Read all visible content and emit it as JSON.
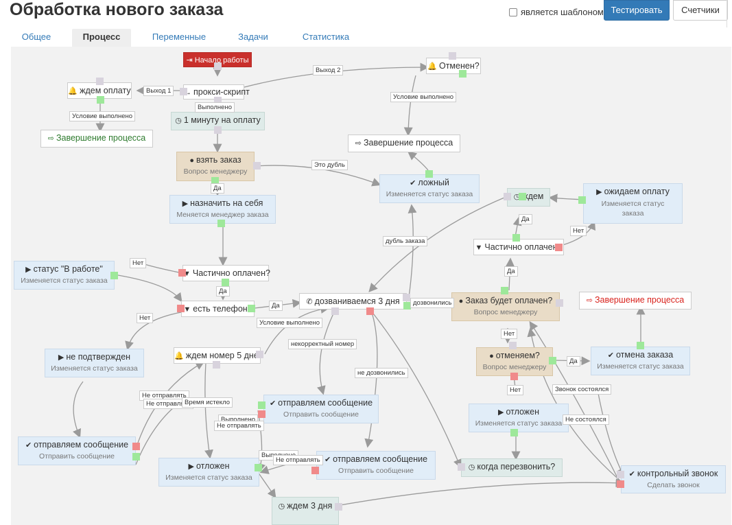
{
  "header": {
    "title": "Обработка нового заказа",
    "template_label": "является шаблоном",
    "test_button": "Тестировать",
    "counters_button": "Счетчики"
  },
  "tabs": [
    {
      "label": "Общее"
    },
    {
      "label": "Процесс"
    },
    {
      "label": "Переменные"
    },
    {
      "label": "Задачи"
    },
    {
      "label": "Статистика"
    }
  ],
  "nodes": {
    "start": {
      "title": "Начало работы",
      "icon": "login-icon"
    },
    "proxy": {
      "title": "прокси-скрипт",
      "icon": "arrow-right-icon"
    },
    "wait_payment": {
      "title": "ждем оплату",
      "icon": "bell-icon"
    },
    "finish1": {
      "title": "Завершение процесса",
      "icon": "exit-icon"
    },
    "minute": {
      "title": "1 минуту на оплату",
      "icon": "clock-icon"
    },
    "take_order": {
      "title": "взять заказ",
      "sub": "Вопрос менеджеру",
      "icon": "user-icon"
    },
    "assign_self": {
      "title": "назначить на себя",
      "sub": "Меняется менеджер заказа",
      "icon": "play-icon"
    },
    "cancelled_q": {
      "title": "Отменен?",
      "icon": "bell-icon"
    },
    "finish2": {
      "title": "Завершение процесса",
      "icon": "exit-icon"
    },
    "false_node": {
      "title": "ложный",
      "sub": "Изменяется статус заказа",
      "icon": "check-icon"
    },
    "status_work": {
      "title": "статус \"В работе\"",
      "sub": "Изменяется статус заказа",
      "icon": "play-icon"
    },
    "partly_paid1": {
      "title": "Частично оплачен?",
      "icon": "filter-icon"
    },
    "has_phone": {
      "title": "есть телефон?",
      "icon": "filter-icon"
    },
    "calling3": {
      "title": "дозваниваемся 3 дня",
      "icon": "phone-icon"
    },
    "not_confirmed": {
      "title": "не подтвержден",
      "sub": "Изменяется статус заказа",
      "icon": "play-icon"
    },
    "wait_number": {
      "title": "ждем номер 5 дней",
      "icon": "bell-icon"
    },
    "send_msg1": {
      "title": "отправляем сообщение",
      "sub": "Отправить сообщение",
      "icon": "check-icon"
    },
    "send_msg2": {
      "title": "отправляем сообщение",
      "sub": "Отправить сообщение",
      "icon": "check-icon"
    },
    "send_msg3": {
      "title": "отправляем сообщение",
      "sub": "Отправить сообщение",
      "icon": "check-icon"
    },
    "postponed1": {
      "title": "отложен",
      "sub": "Изменяется статус заказа",
      "icon": "play-icon"
    },
    "wait3": {
      "title": "ждем 3 дня",
      "icon": "clock-icon"
    },
    "waiting": {
      "title": "ждем",
      "icon": "clock-icon"
    },
    "await_payment": {
      "title": "ожидаем оплату",
      "sub": "Изменяется статус заказа",
      "icon": "play-icon"
    },
    "partly_paid2": {
      "title": "Частично оплачен?",
      "icon": "filter-icon"
    },
    "will_pay": {
      "title": "Заказ будет оплачен?",
      "sub": "Вопрос менеджеру",
      "icon": "user-icon"
    },
    "finish3": {
      "title": "Завершение процесса",
      "icon": "exit-icon"
    },
    "cancel_q": {
      "title": "отменяем?",
      "sub": "Вопрос менеджеру",
      "icon": "user-icon"
    },
    "cancel_order": {
      "title": "отмена заказа",
      "sub": "Изменяется статус заказа",
      "icon": "play-icon"
    },
    "postponed2": {
      "title": "отложен",
      "sub": "Изменяется статус заказа",
      "icon": "play-icon"
    },
    "when_call": {
      "title": "когда перезвонить?",
      "icon": "clock-icon"
    },
    "control_call": {
      "title": "контрольный звонок",
      "sub": "Сделать звонок",
      "icon": "check-icon"
    }
  },
  "edge_labels": {
    "exit1": "Выход 1",
    "exit2": "Выход 2",
    "done_cond1": "Условие выполнено",
    "done_cond2": "Условие выполнено",
    "done_cond3": "Условие выполнено",
    "done1": "Выполнено",
    "this_dub": "Это дубль",
    "yes1": "Да",
    "yes2": "Да",
    "yes3": "Да",
    "yes4": "Да",
    "yes5": "Да",
    "no1": "Нет",
    "no2": "Нет",
    "no3": "Нет",
    "no4": "Нет",
    "dub_order": "дубль заказа",
    "got_through": "дозвонились",
    "wrong_number": "некорректный номер",
    "not_reached": "не дозвонились",
    "dont_send1": "Не отправлять",
    "dont_send2": "Не отправлять",
    "dont_send3": "Не отправлять",
    "time_out": "Время истекло",
    "done2": "Выполнено",
    "done3": "Выполнено",
    "call_done": "Звонок состоялся",
    "call_failed": "Не состоялся"
  }
}
